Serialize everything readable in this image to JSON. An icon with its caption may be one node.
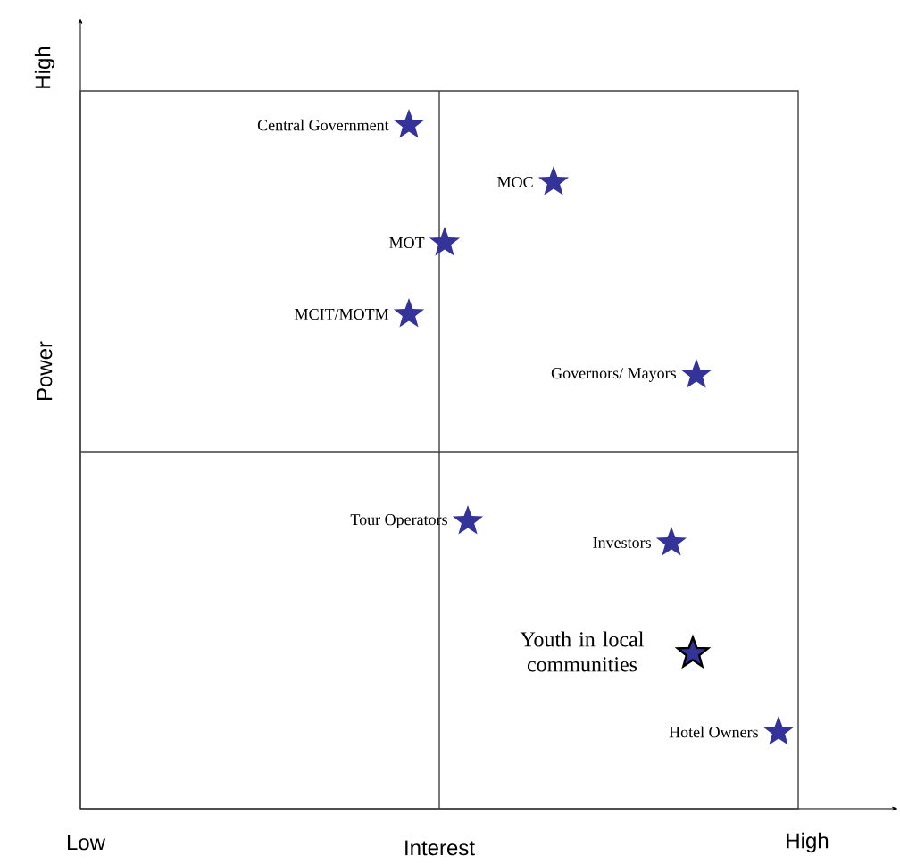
{
  "diagram": {
    "labels": [
      "High",
      "Power",
      "Low",
      "Interest",
      "High",
      "Central Government",
      "MOC",
      "MOT",
      "MCIT/MOTM",
      "Governors/ Mayors",
      "Tour Operators",
      "Investors",
      "Youth in local communities",
      "Hotel Owners"
    ]
  }
}
